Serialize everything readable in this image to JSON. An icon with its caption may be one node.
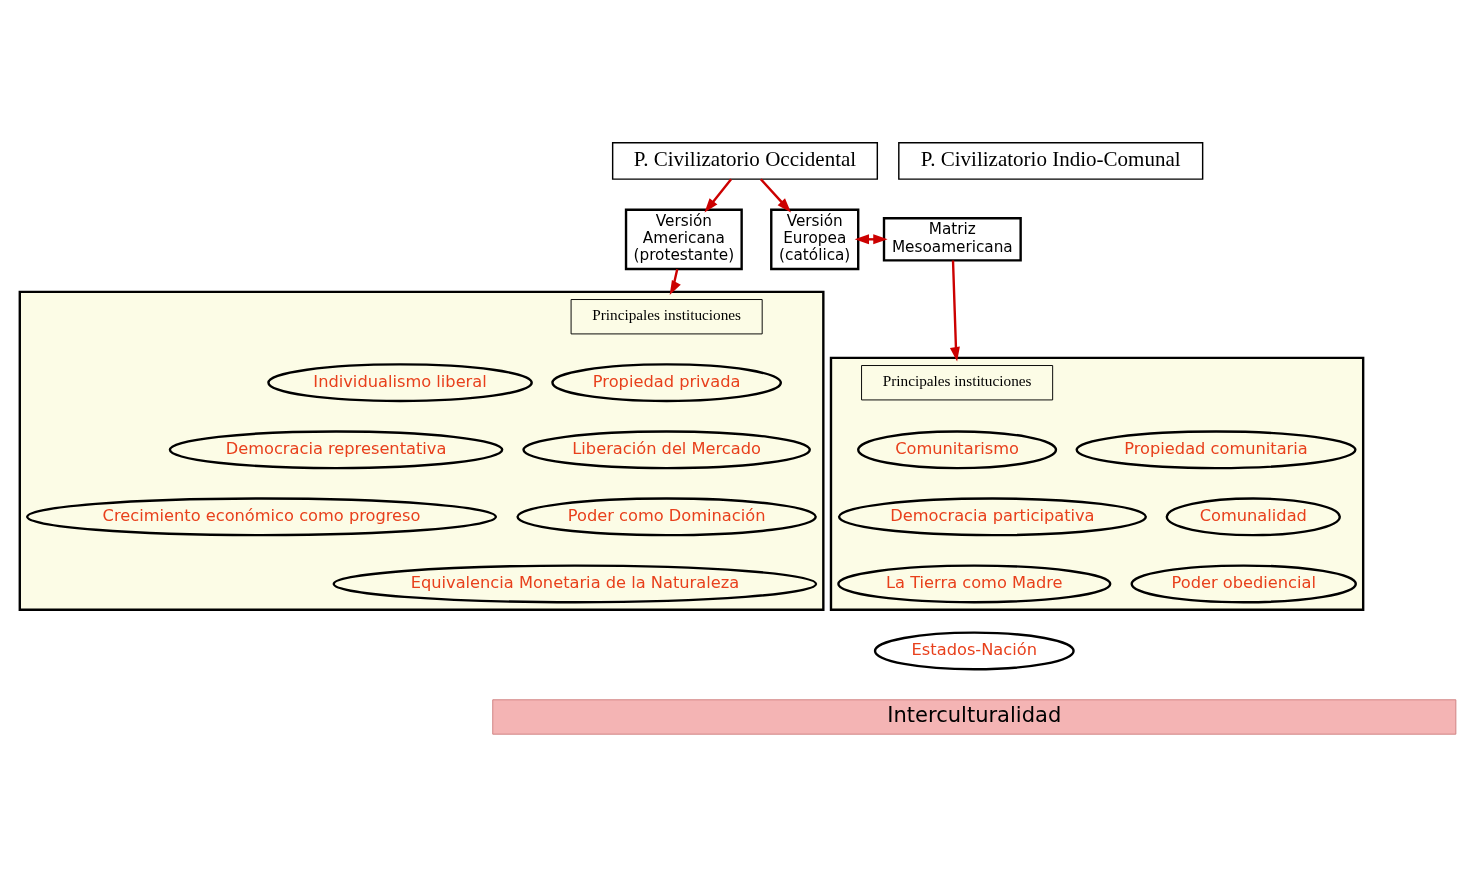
{
  "diagram": {
    "nodes": [
      {
        "text": [
          "P. Civilizatorio Occidental"
        ]
      },
      {
        "text": [
          "P. Civilizatorio Indio-Comunal"
        ]
      },
      {
        "text": [
          "Versión",
          "Americana",
          "(protestante)"
        ]
      },
      {
        "text": [
          "Versión",
          "Europea",
          "(católica)"
        ]
      },
      {
        "text": [
          "Matriz",
          "Mesoamericana"
        ]
      },
      {
        "text": [],
        "shape": "box"
      },
      {
        "text": [
          "Principales instituciones"
        ],
        "in": 5
      },
      {
        "text": [
          "Individualismo liberal"
        ],
        "in": 5
      },
      {
        "text": [
          "Propiedad privada"
        ],
        "in": 5
      },
      {
        "text": [
          "Democracia representativa"
        ],
        "in": 5
      },
      {
        "text": [
          "Liberación del Mercado"
        ],
        "in": 5
      },
      {
        "text": [
          "Crecimiento económico como progreso"
        ],
        "in": 5
      },
      {
        "text": [
          "Poder como Dominación"
        ],
        "in": 5
      },
      {
        "text": [
          "Equivalencia Monetaria de la Naturaleza"
        ],
        "in": 5
      },
      {
        "text": [],
        "shape": "box"
      },
      {
        "text": [
          "Principales instituciones"
        ],
        "in": 14
      },
      {
        "text": [
          "Comunitarismo"
        ],
        "in": 14
      },
      {
        "text": [
          "Propiedad comunitaria"
        ],
        "in": 14
      },
      {
        "text": [
          "Democracia participativa"
        ],
        "in": 14
      },
      {
        "text": [
          "Comunalidad"
        ],
        "in": 14
      },
      {
        "text": [
          "La Tierra como Madre"
        ],
        "in": 14
      },
      {
        "text": [
          "Poder obediencial"
        ],
        "in": 14
      },
      {
        "text": [
          "Estados-Nación"
        ]
      },
      {
        "text": [
          "Interculturalidad"
        ]
      }
    ],
    "edges": [
      {
        "from": 0,
        "to": 2,
        "arrow": "to"
      },
      {
        "from": 0,
        "to": 3,
        "arrow": "to"
      },
      {
        "from": 3,
        "to": 4,
        "arrow": "both"
      },
      {
        "from": 2,
        "to": 5,
        "arrow": "to"
      },
      {
        "from": 4,
        "to": 14,
        "arrow": "to"
      }
    ]
  }
}
